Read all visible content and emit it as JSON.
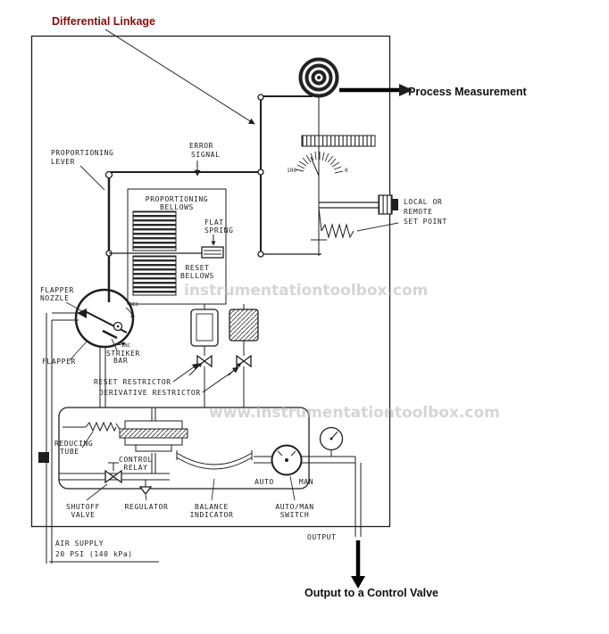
{
  "colors": {
    "annotation_red": "#8a0b0b",
    "annotation_black": "#101010",
    "watermark_gray": "#b4b4b4"
  },
  "external": {
    "differential_linkage": "Differential Linkage",
    "process_measurement": "Process Measurement",
    "output_valve": "Output to a Control Valve"
  },
  "watermarks": {
    "mid": "instrumentationtoolbox.com",
    "lower": "www.instrumentationtoolbox.com"
  },
  "labels": {
    "proportioning_lever": [
      "PROPORTIONING",
      "LEVER"
    ],
    "error_signal": [
      "ERROR",
      "SIGNAL"
    ],
    "proportioning_bellows": [
      "PROPORTIONING",
      "BELLOWS"
    ],
    "flat_spring": [
      "FLAT",
      "SPRING"
    ],
    "reset_bellows": [
      "RESET",
      "BELLOWS"
    ],
    "set_point": [
      "LOCAL OR",
      "REMOTE",
      "SET POINT"
    ],
    "scale_left": "100",
    "scale_right": "0",
    "flapper_nozzle": [
      "FLAPPER",
      "NOZZLE"
    ],
    "dec": "DEC",
    "inc": "INC",
    "flapper": "FLAPPER",
    "striker_bar": [
      "STRIKER",
      "BAR"
    ],
    "reset_restrictor": "RESET RESTRICTOR",
    "derivative_restrictor": "DERIVATIVE RESTRICTOR",
    "reducing_tube": [
      "REDUCING",
      "TUBE"
    ],
    "control_relay": [
      "CONTROL",
      "RELAY"
    ],
    "auto": "AUTO",
    "man": "MAN",
    "shutoff_valve": [
      "SHUTOFF",
      "VALVE"
    ],
    "regulator": "REGULATOR",
    "balance_indicator": [
      "BALANCE",
      "INDICATOR"
    ],
    "auto_man_switch": [
      "AUTO/MAN",
      "SWITCH"
    ],
    "air_supply": [
      "AIR SUPPLY",
      "20 PSI (140 kPa)"
    ],
    "output": "OUTPUT"
  }
}
